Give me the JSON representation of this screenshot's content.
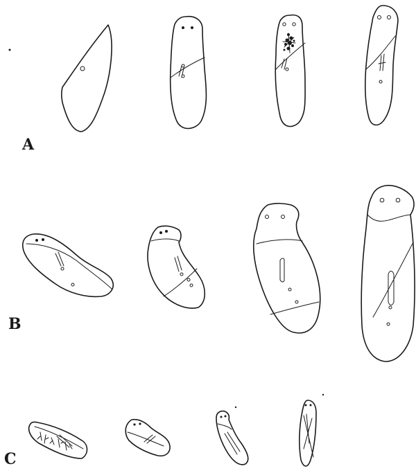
{
  "labels": {
    "row_a": "A",
    "row_b": "B",
    "row_c": "C"
  },
  "colors": {
    "ink": "#1a1a1a",
    "paper": "#ffffff"
  }
}
